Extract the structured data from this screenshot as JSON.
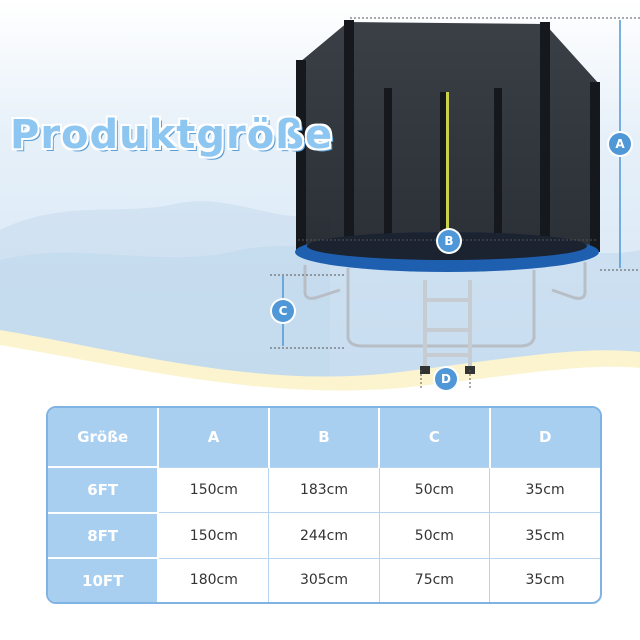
{
  "title": "Produktgröße",
  "dimension_markers": [
    "A",
    "B",
    "C",
    "D"
  ],
  "table": {
    "headers": [
      "Größe",
      "A",
      "B",
      "C",
      "D"
    ],
    "rows": [
      {
        "size": "6FT",
        "a": "150cm",
        "b": "183cm",
        "c": "50cm",
        "d": "35cm"
      },
      {
        "size": "8FT",
        "a": "150cm",
        "b": "244cm",
        "c": "50cm",
        "d": "35cm"
      },
      {
        "size": "10FT",
        "a": "180cm",
        "b": "305cm",
        "c": "75cm",
        "d": "35cm"
      }
    ]
  },
  "colors": {
    "accent": "#4f97d6",
    "table_header": "#a9cff0",
    "sky": "#dcebf7"
  }
}
